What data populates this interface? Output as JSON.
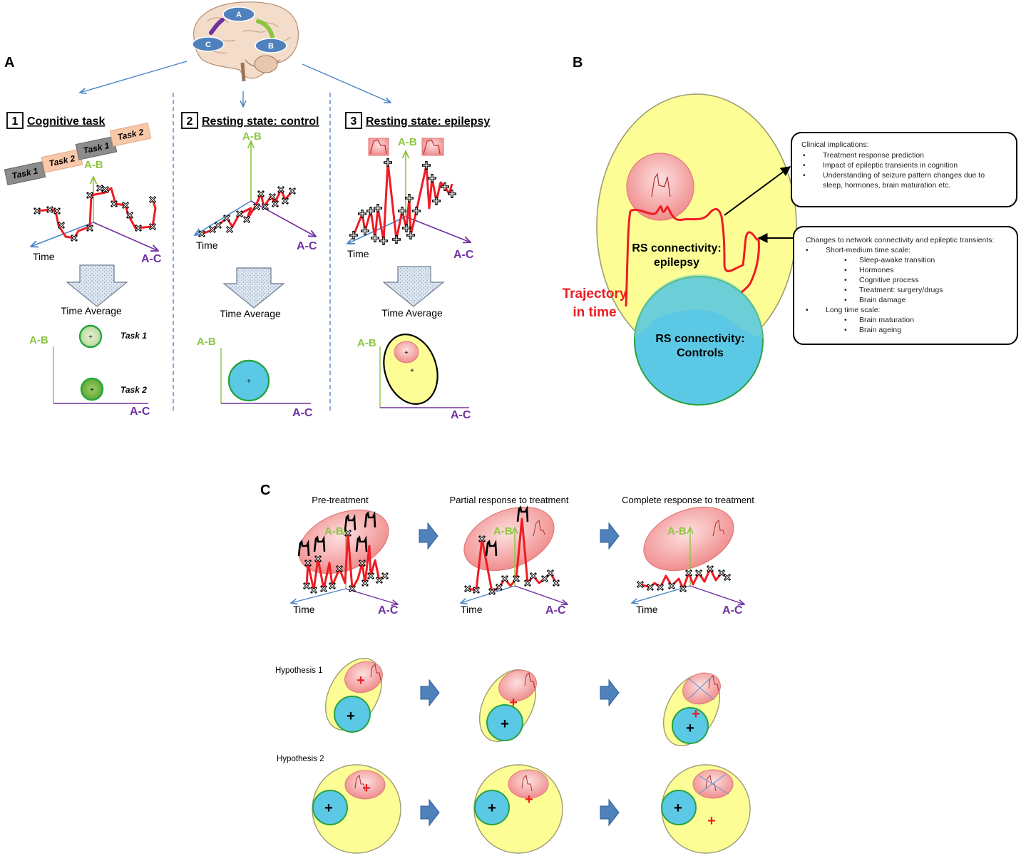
{
  "panel_labels": {
    "a": "A",
    "b": "B",
    "c": "C"
  },
  "brain": {
    "regions": [
      "A",
      "B",
      "C"
    ]
  },
  "panel_a": {
    "columns": [
      {
        "number": "1",
        "heading": "Cognitive task"
      },
      {
        "number": "2",
        "heading": "Resting state: control"
      },
      {
        "number": "3",
        "heading": "Resting state: epilepsy"
      }
    ],
    "axis_ab": "A-B",
    "axis_ac": "A-C",
    "axis_time": "Time",
    "time_average": "Time Average",
    "task_blocks": [
      "Task 1",
      "Task 2",
      "Task 1",
      "Task 2"
    ],
    "task_labels": [
      "Task 1",
      "Task 2"
    ]
  },
  "panel_b": {
    "epilepsy_label": [
      "RS connectivity:",
      "epilepsy"
    ],
    "controls_label": [
      "RS connectivity:",
      "Controls"
    ],
    "trajectory_label": [
      "Trajectory",
      "in time"
    ],
    "clinical_box": {
      "title": "Clinical implications:",
      "items": [
        "Treatment response prediction",
        "Impact of epileptic transients in cognition",
        "Understanding of  seizure pattern changes due to",
        "sleep, hormones, brain maturation etc."
      ]
    },
    "changes_box": {
      "title": "Changes to network connectivity and epileptic transients:",
      "short_title": "Short-medium time scale:",
      "short_items": [
        "Sleep-awake transition",
        "Hormones",
        "Cognitive process",
        "Treatment: surgery/drugs",
        "Brain damage"
      ],
      "long_title": "Long time scale:",
      "long_items": [
        "Brain maturation",
        "Brain ageing"
      ]
    }
  },
  "panel_c": {
    "stages": [
      "Pre-treatment",
      "Partial response to treatment",
      "Complete response to treatment"
    ],
    "hypotheses": [
      "Hypothesis 1",
      "Hypothesis 2"
    ]
  },
  "colors": {
    "trajectory": "#ee1c24",
    "axis_ab": "#8cc63e",
    "axis_ac": "#7030a0",
    "axis_time": "#4a86c8",
    "epilepsy_area": "#fdfd96",
    "controls_area": "#5bc8e6",
    "seizure_zone": "#f4a0a0",
    "arrow_fill": "#4f81bd"
  }
}
